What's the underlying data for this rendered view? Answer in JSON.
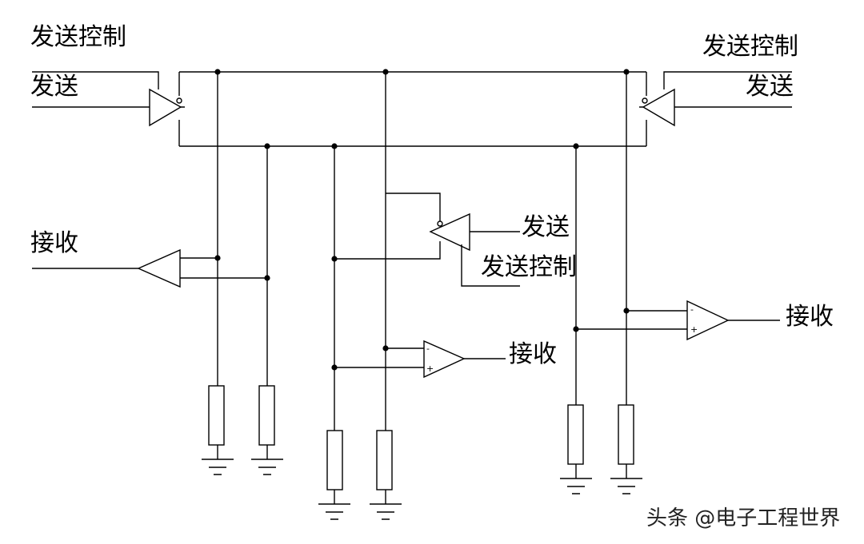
{
  "labels": {
    "left_send_control": "发送控制",
    "left_send": "发送",
    "right_send_control": "发送控制",
    "right_send": "发送",
    "mid_send": "发送",
    "mid_send_control": "发送控制",
    "left_receive": "接收",
    "mid_receive": "接收",
    "right_receive": "接收"
  },
  "opamp_signs": {
    "minus": "-",
    "plus": "+"
  },
  "watermark": "头条 @电子工程世界"
}
